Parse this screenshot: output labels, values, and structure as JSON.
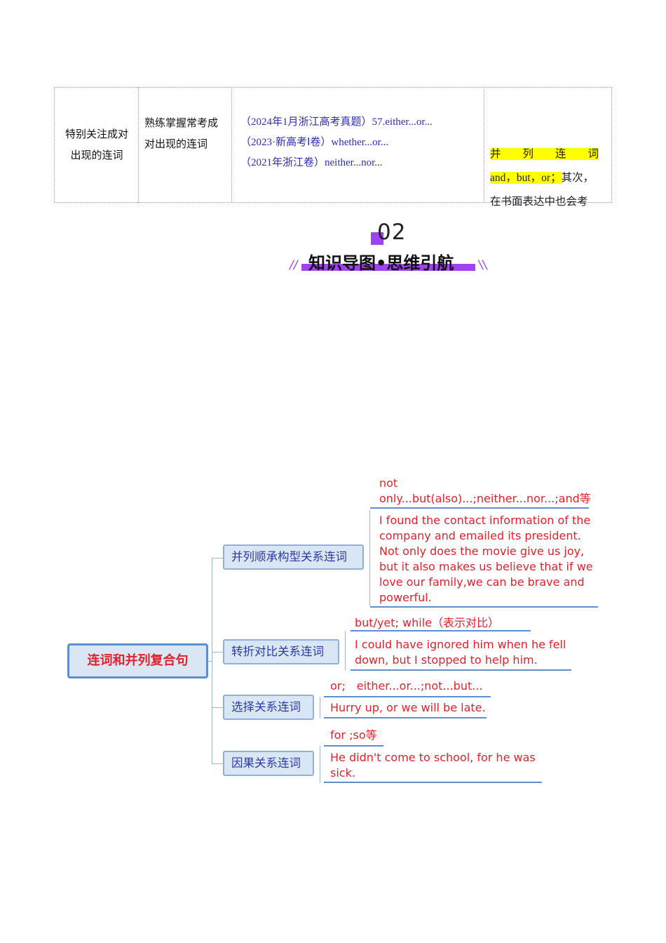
{
  "table": {
    "col1": "特别关注成对出现的连词",
    "col2": "熟练掌握常考成对出现的连词",
    "col3": [
      "（2024年1月浙江高考真题）57.either...or...",
      "（2023·新高考Ⅰ卷）whether...or...",
      "（2021年浙江卷）neither...nor..."
    ],
    "col4": {
      "highlight_line1": "并　　列　　连　　词",
      "highlight_line2": "and，but，or；",
      "rest_line2": "其次，",
      "line3": "在书面表达中也会考"
    }
  },
  "section": {
    "number": "02",
    "title": "知识导图•思维引航"
  },
  "mindmap": {
    "root": "连词和并列复合句",
    "branches": [
      {
        "label": "并列顺承构型关系连词",
        "header": [
          "not",
          "only...but(also)...;neither...nor...;and等"
        ],
        "example": [
          "I found the contact information of the",
          "company and emailed its president.",
          "Not only does the movie give us joy,",
          "but it also makes us believe that if we",
          "love our family,we can be brave and",
          "powerful."
        ]
      },
      {
        "label": "转折对比关系连词",
        "header": [
          "but/yet; while（表示对比）"
        ],
        "example": [
          "I could have ignored him when he fell",
          "down, but I stopped to help him."
        ]
      },
      {
        "label": "选择关系连词",
        "header": [
          "or;　either...or...;not...but..."
        ],
        "example": [
          "Hurry up, or we will be late."
        ]
      },
      {
        "label": "因果关系连词",
        "header": [
          "for ;so等"
        ],
        "example": [
          "He didn't come to school, for he was",
          "sick."
        ]
      }
    ]
  },
  "colors": {
    "accent": "#a042f0",
    "root_text": "#e0222a",
    "branch_text": "#2a3aa5",
    "link_blue": "#2d2db5",
    "highlight": "#ffff00"
  }
}
